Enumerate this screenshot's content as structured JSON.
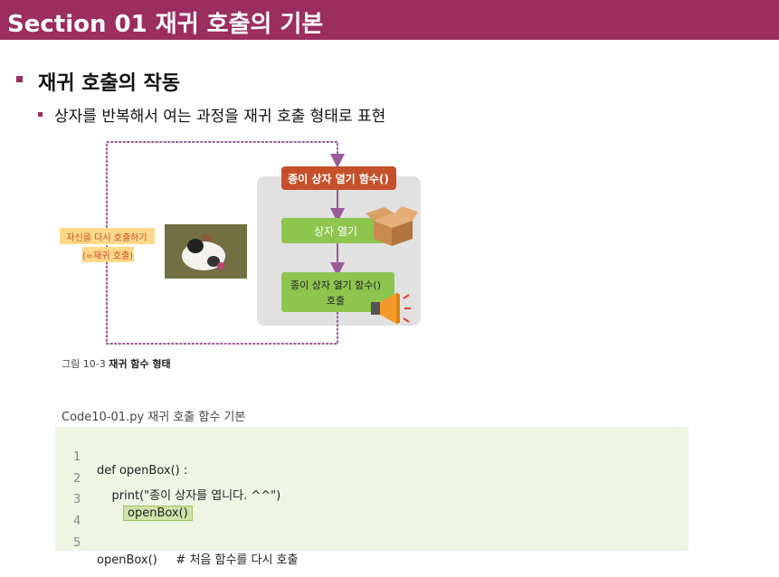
{
  "header": {
    "title": "Section 01 재귀 호출의 기본"
  },
  "heading": "재귀 호출의 작동",
  "subheading": "상자를 반복해서 여는 과정을 재귀 호출 형태로 표현",
  "figure": {
    "top_box": "종이 상자 열기 함수()",
    "middle_box": "상자 열기",
    "bottom_box_line1": "종이 상자 열기 함수()",
    "bottom_box_line2": "호출",
    "side_label_line1": "자신을 다시 호출하기",
    "side_label_line2": "(=재귀 호출)",
    "caption_prefix": "그림 10-3",
    "caption_bold": "재귀 함수 형태",
    "icons": [
      "dog-photo",
      "cardboard-box-icon",
      "megaphone-icon"
    ]
  },
  "code": {
    "title": "Code10-01.py 재귀 호출 함수 기본",
    "lines": [
      {
        "num": "1",
        "text": "def openBox() :"
      },
      {
        "num": "2",
        "text": "    print(\"종이 상자를 엽니다. ^^\")"
      },
      {
        "num": "3",
        "text": "openBox()"
      },
      {
        "num": "4",
        "text": ""
      },
      {
        "num": "5",
        "text": "openBox()     # 처음 함수를 다시 호출"
      }
    ]
  },
  "colors": {
    "header": "#9b2d5f",
    "accent_orange": "#c5502a",
    "accent_green": "#8dc54f",
    "code_bg": "#eef5e3"
  }
}
